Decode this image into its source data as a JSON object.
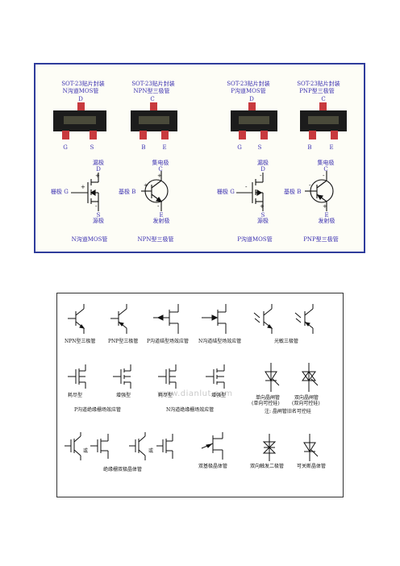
{
  "top_panel": {
    "packages": [
      {
        "title_line1": "SOT-23贴片封装",
        "title_line2": "N沟道MOS管",
        "top_pin": "D",
        "pins": [
          "G",
          "S"
        ]
      },
      {
        "title_line1": "SOT-23贴片封装",
        "title_line2": "NPN型三极管",
        "top_pin": "C",
        "pins": [
          "B",
          "E"
        ]
      },
      {
        "title_line1": "SOT-23贴片封装",
        "title_line2": "P沟道MOS管",
        "top_pin": "D",
        "pins": [
          "G",
          "S"
        ]
      },
      {
        "title_line1": "SOT-23贴片封装",
        "title_line2": "PNP型三极管",
        "top_pin": "C",
        "pins": [
          "B",
          "E"
        ]
      }
    ],
    "symbols": [
      {
        "top": "漏极",
        "top_letter": "D",
        "side": "栅极 G",
        "bottom_letter": "S",
        "bottom": "源极",
        "caption": "N沟道MOS管"
      },
      {
        "top": "集电极",
        "top_letter": "C",
        "side": "基极 B",
        "bottom_letter": "E",
        "bottom": "发射极",
        "caption": "NPN型三极管"
      },
      {
        "top": "漏极",
        "top_letter": "D",
        "side": "栅极 G",
        "bottom_letter": "S",
        "bottom": "源极",
        "caption": "P沟道MOS管"
      },
      {
        "top": "集电极",
        "top_letter": "C",
        "side": "基极 B",
        "bottom_letter": "E",
        "bottom": "发射极",
        "caption": "PNP型三极管"
      }
    ]
  },
  "bottom_panel": {
    "row1": [
      "NPN型三极管",
      "PNP型三极管",
      "P沟道结型场效应管",
      "N沟道结型场效应管",
      "光敏三极管"
    ],
    "row2": [
      "耗尽型",
      "增强型",
      "耗尽型",
      "增强型",
      "单向晶闸管",
      "(单向可控硅)",
      "双向晶闸管",
      "(双向可控硅)"
    ],
    "row2_group": [
      "P沟道绝缘栅场效应管",
      "N沟道绝缘栅场效应管"
    ],
    "note": "注: 晶闸管旧名可控硅",
    "row3": [
      "或",
      "或",
      "绝缘栅双极晶体管",
      "双基极晶体管",
      "双向触发二极管",
      "可关断晶体管"
    ],
    "watermark": "www.dianlut.com"
  }
}
